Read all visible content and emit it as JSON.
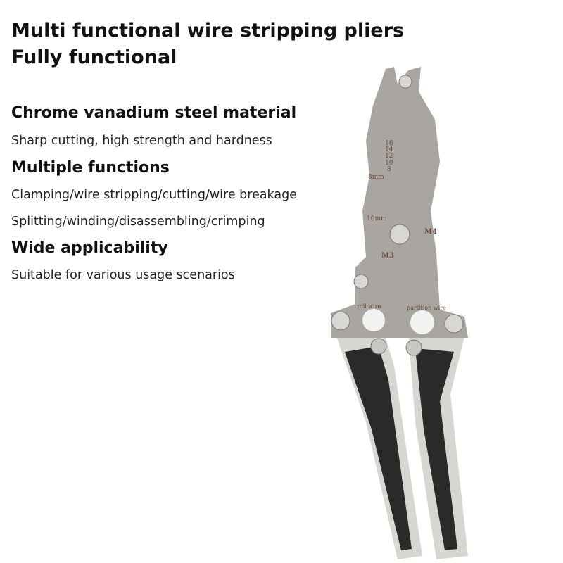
{
  "title_lines": [
    "Multi functional wire stripping pliers",
    "Fully functional"
  ],
  "sections": [
    {
      "heading": "Chrome vanadium steel material",
      "lines": [
        "Sharp cutting, high strength and hardness"
      ]
    },
    {
      "heading": "Multiple functions",
      "lines": [
        "Clamping/wire stripping/cutting/wire breakage",
        "Splitting/winding/disassembling/crimping"
      ]
    },
    {
      "heading": "Wide applicability",
      "lines": [
        "Suitable for various usage scenarios"
      ]
    }
  ],
  "tool_markings": {
    "gauges": [
      "16",
      "14",
      "12",
      "10",
      "8"
    ],
    "m8": "8mm",
    "m10": "10mm",
    "m4": "M4",
    "m3": "M3",
    "roll": "roll wire",
    "partition": "partition wire"
  }
}
